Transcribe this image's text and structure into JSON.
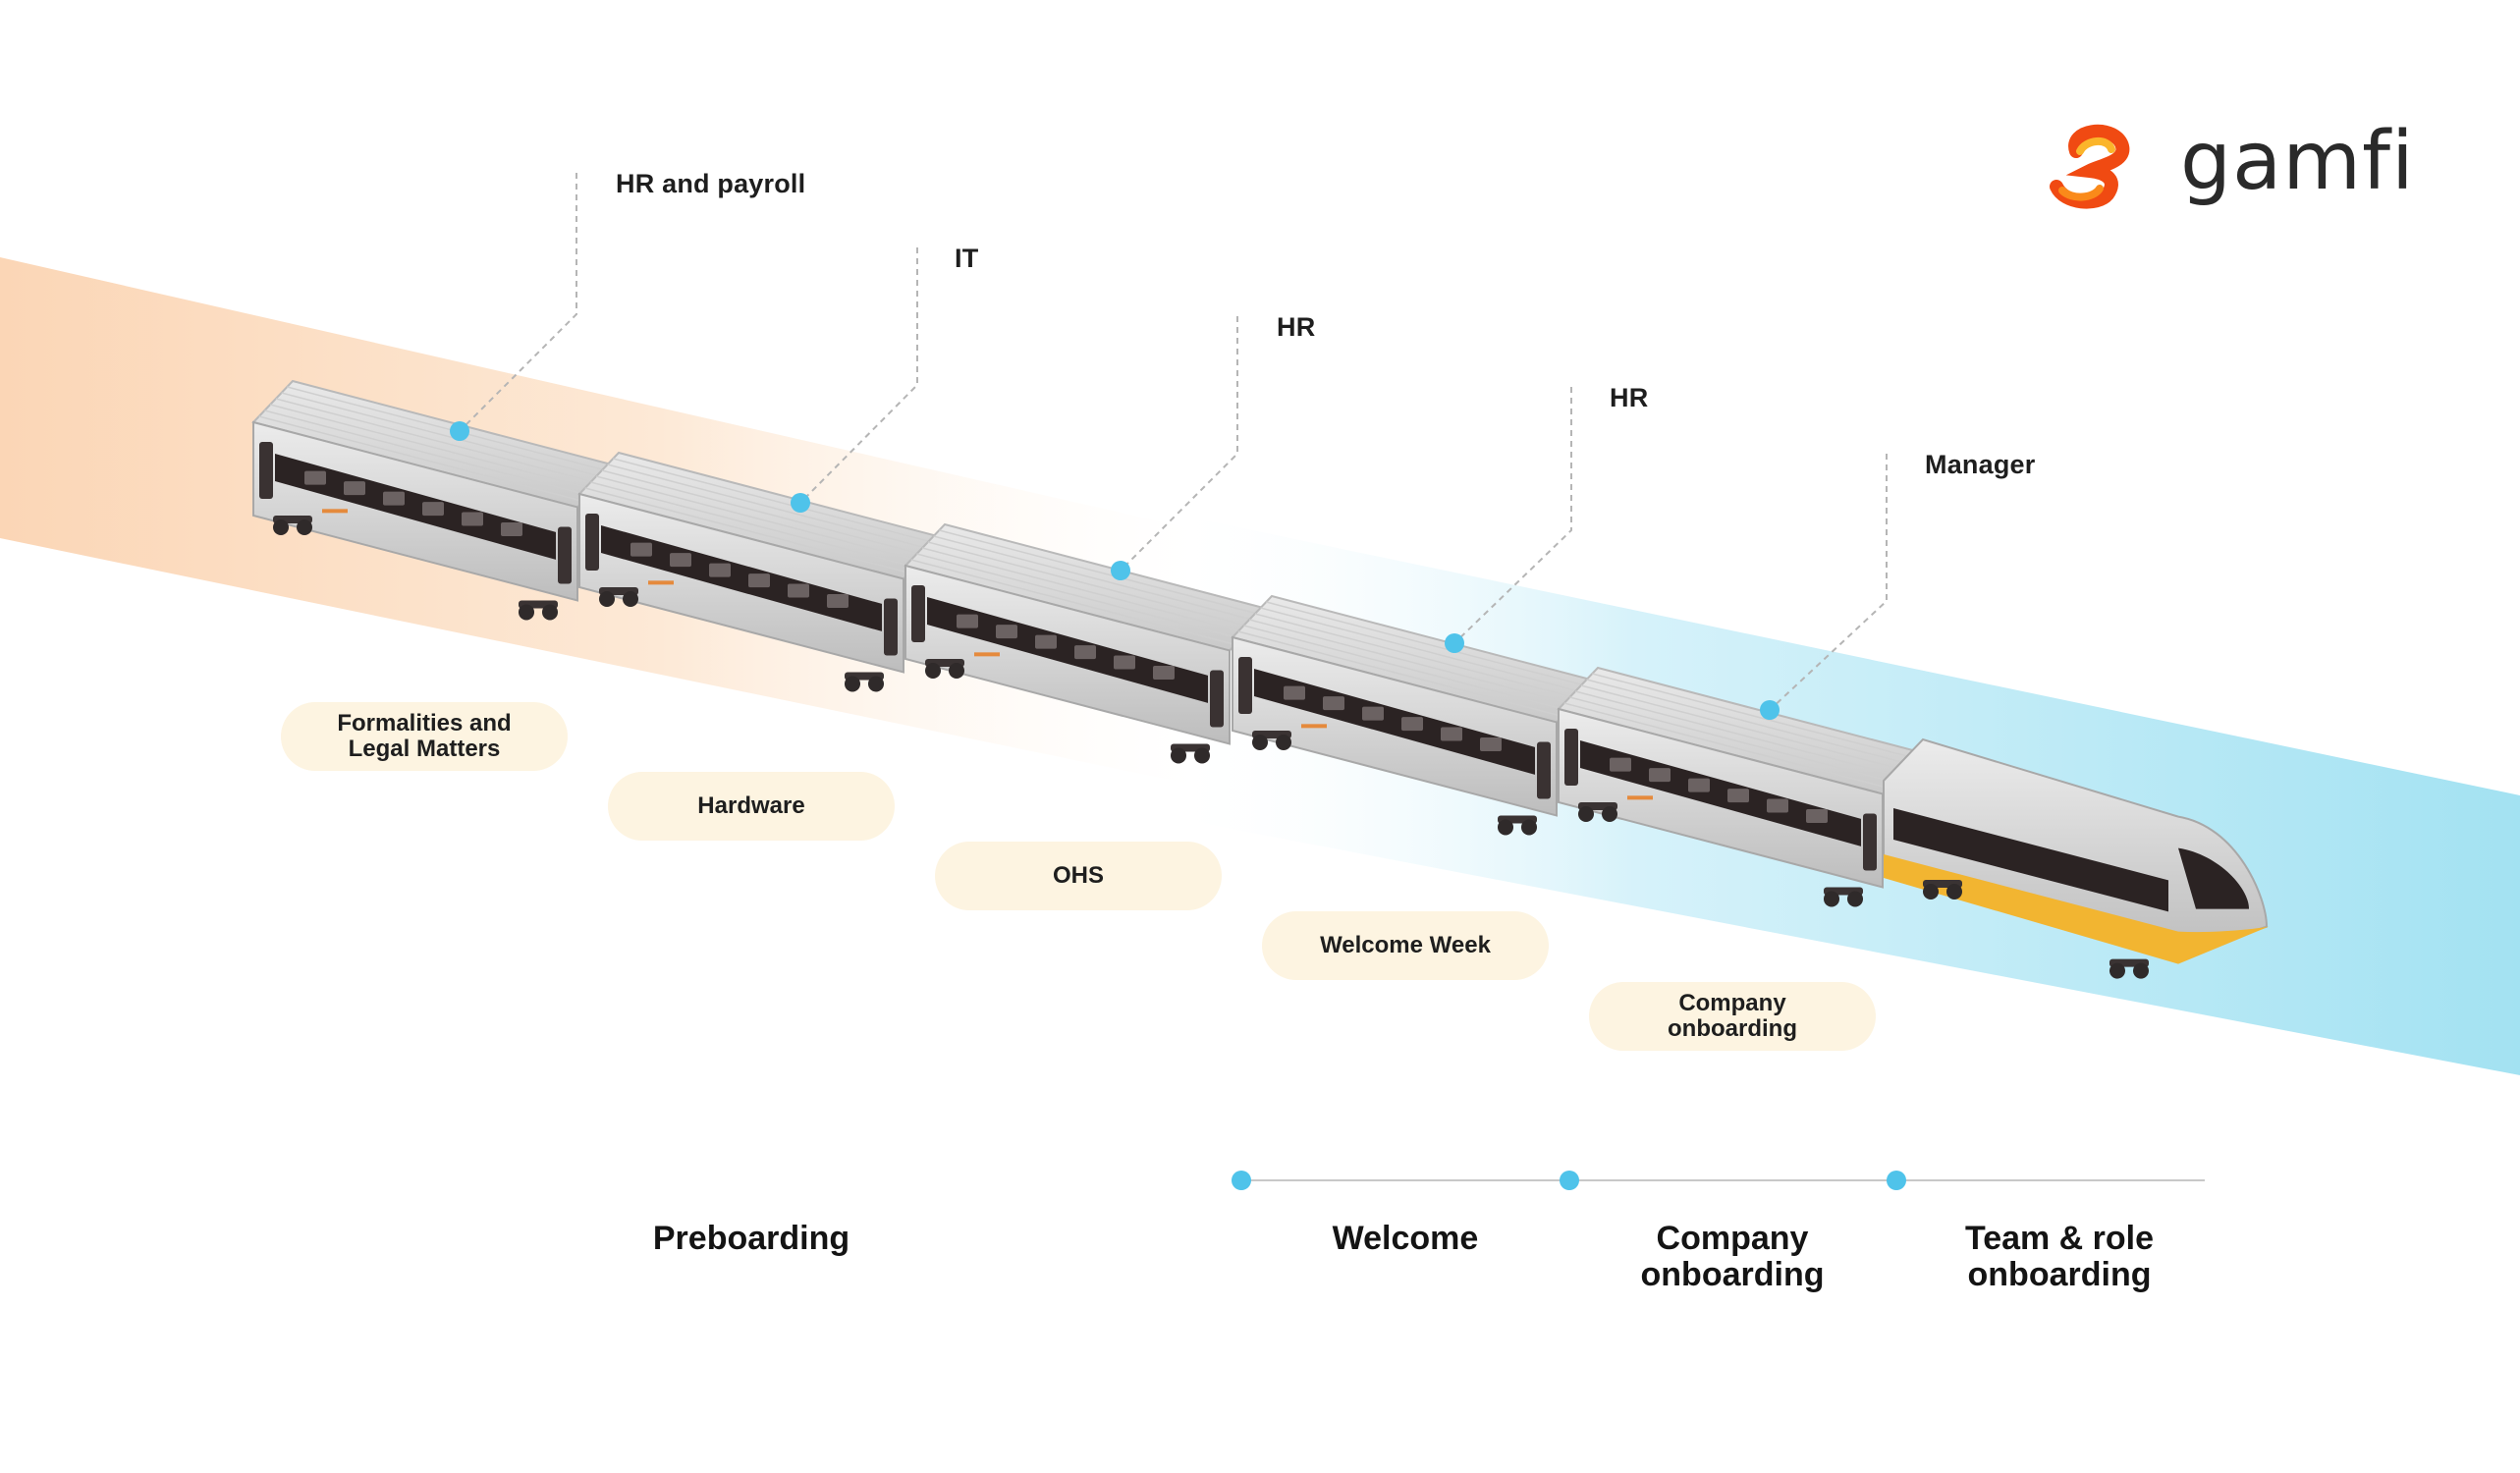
{
  "brand": {
    "name": "gamfi",
    "logo_colors": [
      "#f04a12",
      "#fa8a1a",
      "#fbb52b"
    ]
  },
  "departments": [
    {
      "label": "HR and payroll"
    },
    {
      "label": "IT"
    },
    {
      "label": "HR"
    },
    {
      "label": "HR"
    },
    {
      "label": "Manager"
    }
  ],
  "tasks": [
    {
      "label": "Formalities and Legal Matters"
    },
    {
      "label": "Hardware"
    },
    {
      "label": "OHS"
    },
    {
      "label": "Welcome Week"
    },
    {
      "label": "Company onboarding"
    }
  ],
  "timeline": {
    "phases": [
      {
        "label": "Preboarding"
      },
      {
        "label": "Welcome"
      },
      {
        "label": "Company\nonboarding"
      },
      {
        "label": "Team & role\nonboarding"
      }
    ]
  },
  "colors": {
    "accent_dot": "#4fc3ea",
    "pill_bg": "#fdf4e1",
    "band_orange": "#fbd9bb",
    "band_blue": "#a6e4f3",
    "train_body": "#d9d9d9",
    "train_window": "#2b2323",
    "train_locomotive_stripe": "#f2b531"
  }
}
